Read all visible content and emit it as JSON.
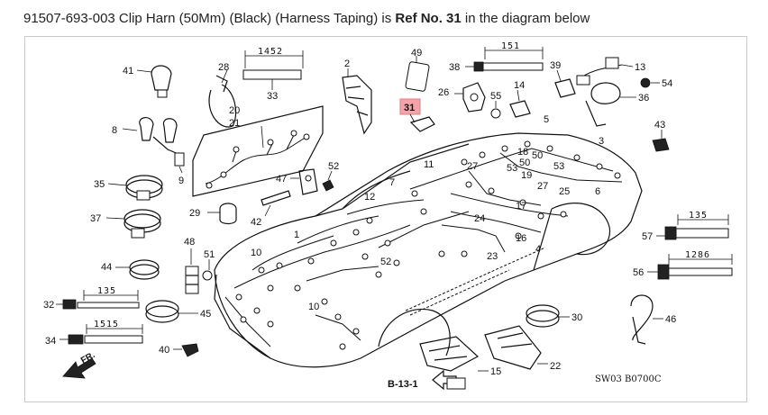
{
  "caption": {
    "part_number": "91507-693-003 Clip Harn (50Mm) (Black) (Harness Taping) is ",
    "ref_label": "Ref No. 31",
    "suffix": " in the diagram below"
  },
  "diagram": {
    "code": "SW03  B0700C",
    "section_ref": "B-13-1",
    "direction": "FR.",
    "highlight_color": "#f4a3a8",
    "dimensions": {
      "d1452": "1452",
      "d151": "151",
      "d135_top": "135",
      "d1286": "1286",
      "d135_left": "135",
      "d1515": "1515"
    },
    "callouts": {
      "n1": "1",
      "n2": "2",
      "n3": "3",
      "n4": "4",
      "n5": "5",
      "n6": "6",
      "n7": "7",
      "n8": "8",
      "n9": "9",
      "n10a": "10",
      "n10b": "10",
      "n11": "11",
      "n12": "12",
      "n13": "13",
      "n14": "14",
      "n15": "15",
      "n16": "16",
      "n17": "17",
      "n18": "18",
      "n19": "19",
      "n20": "20",
      "n21": "21",
      "n22": "22",
      "n23": "23",
      "n24": "24",
      "n25": "25",
      "n26": "26",
      "n27a": "27",
      "n27b": "27",
      "n28": "28",
      "n29": "29",
      "n30": "30",
      "n31": "31",
      "n32": "32",
      "n33": "33",
      "n34": "34",
      "n35": "35",
      "n36": "36",
      "n37": "37",
      "n38": "38",
      "n39": "39",
      "n40": "40",
      "n41": "41",
      "n42": "42",
      "n43": "43",
      "n44": "44",
      "n45": "45",
      "n46": "46",
      "n47": "47",
      "n48": "48",
      "n49": "49",
      "n50a": "50",
      "n50b": "50",
      "n51": "51",
      "n52a": "52",
      "n52b": "52",
      "n53a": "53",
      "n53b": "53",
      "n54": "54",
      "n55": "55",
      "n56": "56",
      "n57": "57"
    }
  }
}
